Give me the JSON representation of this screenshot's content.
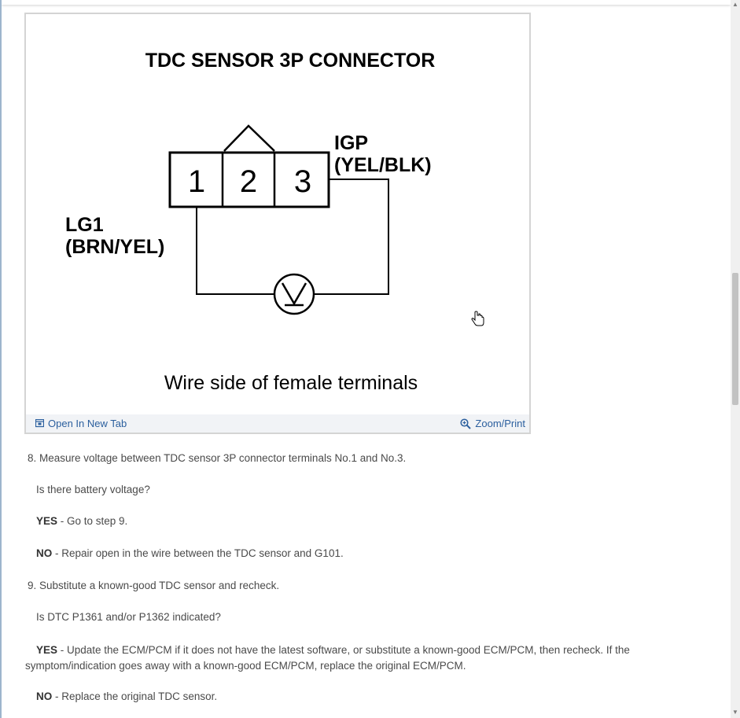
{
  "figure": {
    "title": "TDC SENSOR 3P CONNECTOR",
    "terminals": [
      "1",
      "2",
      "3"
    ],
    "igp_label": "IGP",
    "igp_color": "(YEL/BLK)",
    "lg1_label": "LG1",
    "lg1_color": "(BRN/YEL)",
    "caption": "Wire side of female terminals",
    "open_new_tab": "Open In New Tab",
    "zoom_print": "Zoom/Print"
  },
  "steps": {
    "s8": "8. Measure voltage between TDC sensor 3P connector terminals No.1 and No.3.",
    "s8_question": "Is there battery voltage?",
    "s8_yes_label": "YES",
    "s8_yes_text": " - Go to step 9.",
    "s8_no_label": "NO",
    "s8_no_text": " - Repair open in the wire between the TDC sensor and G101.",
    "s9": "9. Substitute a known-good TDC sensor and recheck.",
    "s9_question": "Is DTC P1361 and/or P1362 indicated?",
    "s9_yes_label": "YES",
    "s9_yes_text": " - Update the ECM/PCM if it does not have the latest software, or substitute a known-good ECM/PCM, then recheck. If the symptom/indication goes away with a known-good ECM/PCM, replace the original ECM/PCM.",
    "s9_no_label": "NO",
    "s9_no_text": " - Replace the original TDC sensor."
  },
  "colors": {
    "link": "#2b5f9e",
    "text": "#4a4a4a"
  }
}
